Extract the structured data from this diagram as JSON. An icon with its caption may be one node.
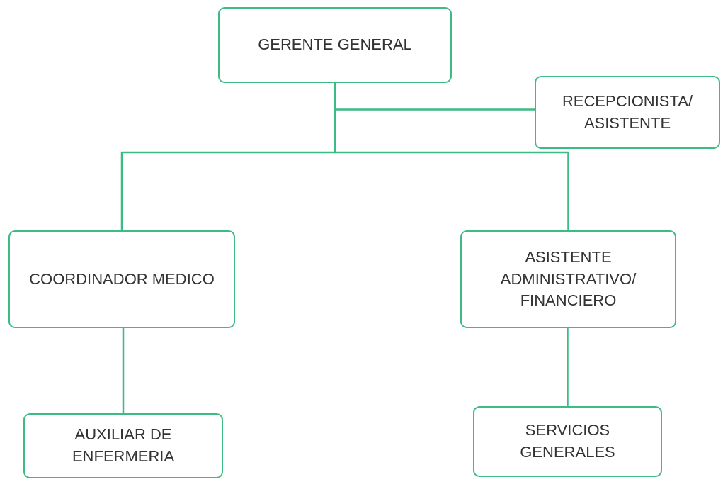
{
  "diagram": {
    "nodes": [
      {
        "text": [
          "GERENTE GENERAL"
        ]
      },
      {
        "text": [
          "RECEPCIONISTA/ ASISTENTE"
        ]
      },
      {
        "text": [
          "COORDINADOR MEDICO"
        ]
      },
      {
        "text": [
          "ASISTENTE ADMINISTRATIVO/ FINANCIERO"
        ]
      },
      {
        "text": [
          "AUXILIAR DE ENFERMERIA"
        ]
      },
      {
        "text": [
          "SERVICIOS GENERALES"
        ]
      }
    ],
    "edges": [
      {
        "from": 0,
        "to": 1,
        "arrow": "none"
      },
      {
        "from": 0,
        "to": 2,
        "arrow": "none"
      },
      {
        "from": 0,
        "to": 3,
        "arrow": "none"
      },
      {
        "from": 2,
        "to": 4,
        "arrow": "none"
      },
      {
        "from": 3,
        "to": 5,
        "arrow": "none"
      }
    ]
  }
}
